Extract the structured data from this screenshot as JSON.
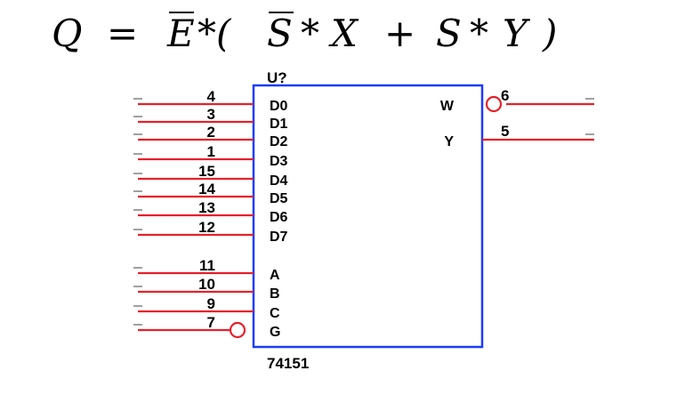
{
  "formula": {
    "lhs": "Q",
    "eq": "=",
    "e": "E",
    "op1": "*(",
    "s_bar": "S",
    "op2": "*",
    "x": "X",
    "plus": "+",
    "s": "S",
    "op3": "*",
    "y": "Y",
    "close": ")"
  },
  "chip": {
    "ref": "U?",
    "part": "74151"
  },
  "colors": {
    "wire": "#e8202a",
    "body": "#1c3cff",
    "stub": "#808080"
  },
  "left_pins": [
    {
      "num": "4",
      "name": "D0",
      "bubble": false
    },
    {
      "num": "3",
      "name": "D1",
      "bubble": false
    },
    {
      "num": "2",
      "name": "D2",
      "bubble": false
    },
    {
      "num": "1",
      "name": "D3",
      "bubble": false
    },
    {
      "num": "15",
      "name": "D4",
      "bubble": false
    },
    {
      "num": "14",
      "name": "D5",
      "bubble": false
    },
    {
      "num": "13",
      "name": "D6",
      "bubble": false
    },
    {
      "num": "12",
      "name": "D7",
      "bubble": false
    },
    {
      "num": "11",
      "name": "A",
      "bubble": false
    },
    {
      "num": "10",
      "name": "B",
      "bubble": false
    },
    {
      "num": "9",
      "name": "C",
      "bubble": false
    },
    {
      "num": "7",
      "name": "G",
      "bubble": true
    }
  ],
  "right_pins": [
    {
      "num": "6",
      "name": "W",
      "bubble": true
    },
    {
      "num": "5",
      "name": "Y",
      "bubble": false
    }
  ]
}
